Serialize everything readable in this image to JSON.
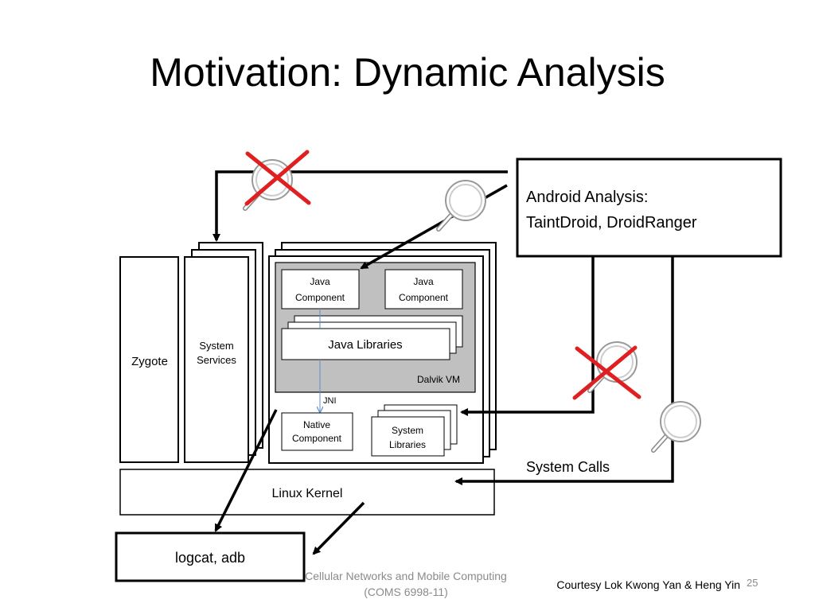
{
  "slide": {
    "title": "Motivation: Dynamic Analysis",
    "footer_line1": "Cellular Networks and Mobile Computing",
    "footer_line2": "(COMS 6998-11)",
    "courtesy": "Courtesy Lok Kwong Yan & Heng Yin",
    "slide_number": "25"
  },
  "diagram": {
    "zygote": "Zygote",
    "system_services_line1": "System",
    "system_services_line2": "Services",
    "java_component_line1": "Java",
    "java_component_line2": "Component",
    "java_libraries": "Java Libraries",
    "dalvik_vm": "Dalvik VM",
    "jni": "JNI",
    "native_component_line1": "Native",
    "native_component_line2": "Component",
    "system_libraries_line1": "System",
    "system_libraries_line2": "Libraries",
    "linux_kernel": "Linux Kernel",
    "logcat_adb": "logcat, adb",
    "android_analysis_line1": "Android Analysis:",
    "android_analysis_line2": "TaintDroid, DroidRanger",
    "system_calls": "System Calls"
  },
  "colors": {
    "dalvik_fill": "#c0c0c0",
    "cross_red": "#e02020",
    "jni_arrow": "#5b8fc9",
    "footer_gray": "#8a8a8a"
  },
  "icons": [
    "magnifier-icon",
    "cross-icon"
  ]
}
